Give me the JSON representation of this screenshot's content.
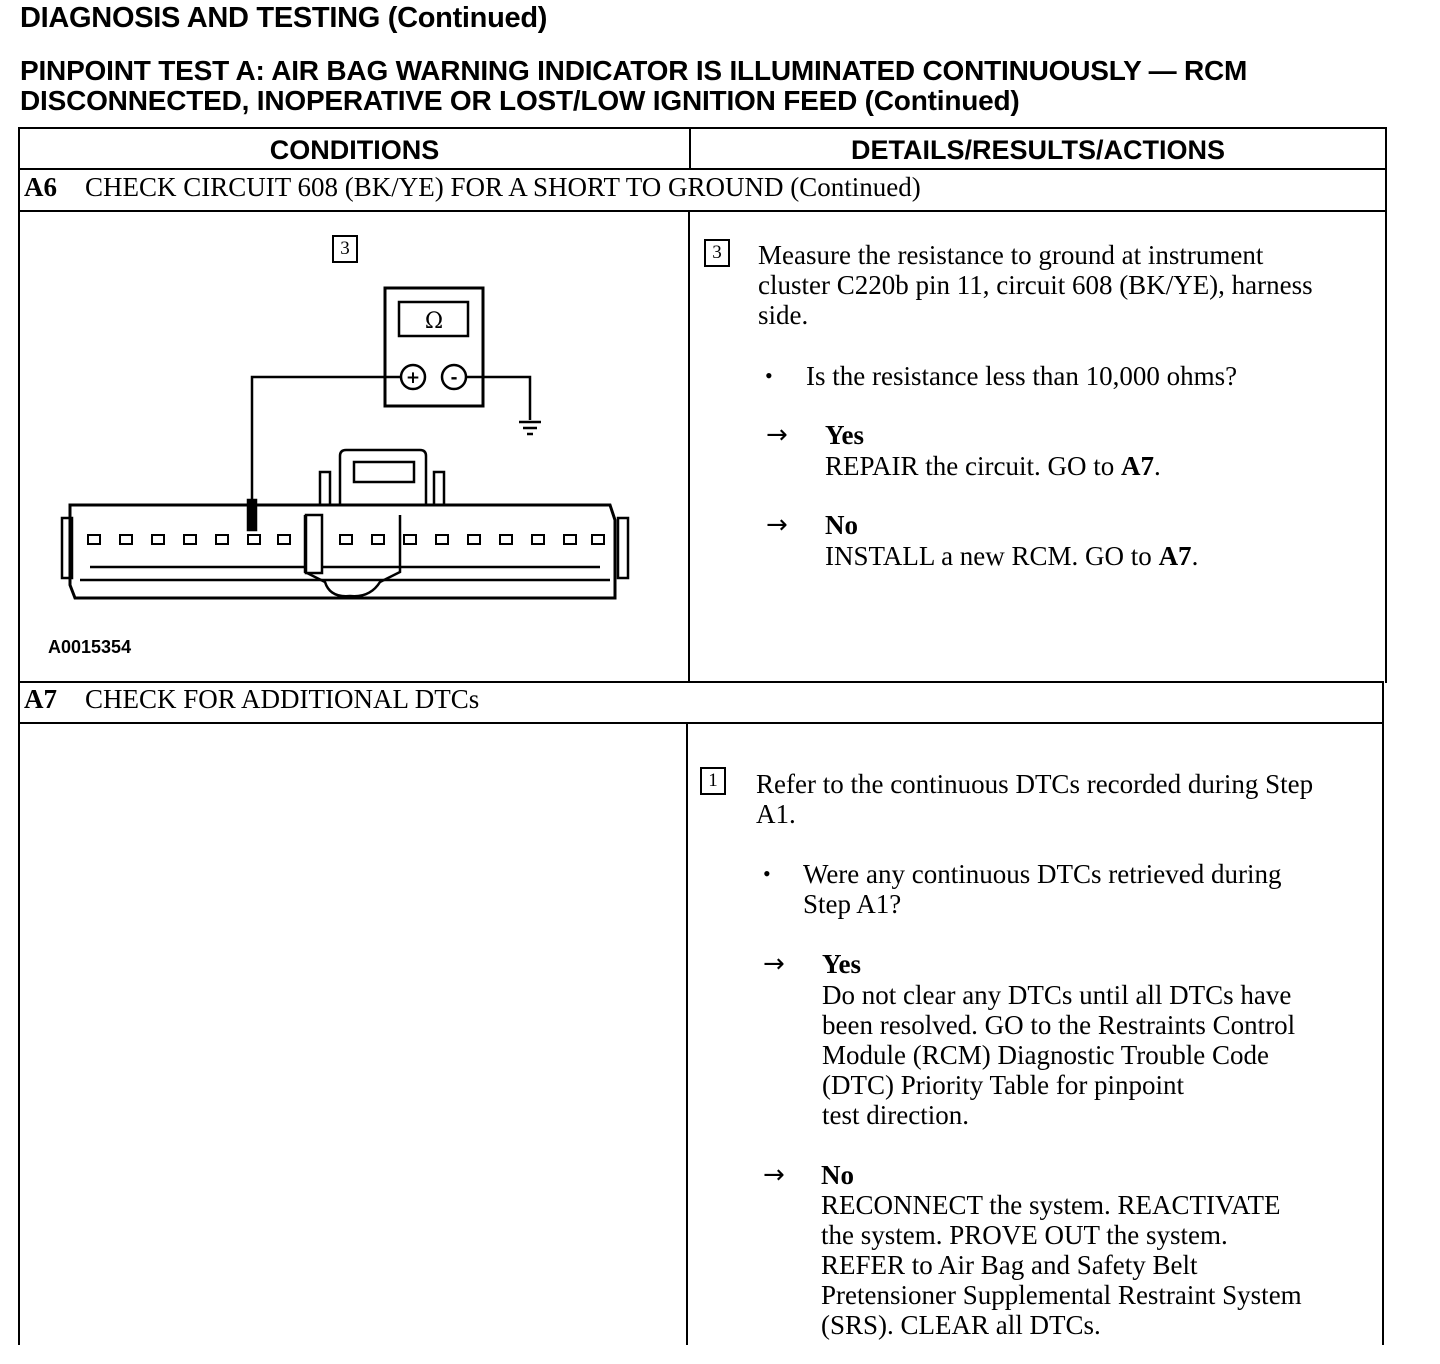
{
  "page_title": "DIAGNOSIS AND TESTING (Continued)",
  "test_title_line1": "PINPOINT TEST A: AIR BAG WARNING INDICATOR IS ILLUMINATED CONTINUOUSLY — RCM",
  "test_title_line2": "DISCONNECTED, INOPERATIVE OR LOST/LOW IGNITION FEED (Continued)",
  "columns": {
    "conditions": "CONDITIONS",
    "details": "DETAILS/RESULTS/ACTIONS"
  },
  "step_a6": {
    "id": "A6",
    "title": "CHECK CIRCUIT 608 (BK/YE) FOR A SHORT TO GROUND (Continued)",
    "figure": {
      "step_box": "3",
      "meter_symbol": "Ω",
      "plus": "+",
      "minus": "-",
      "figure_id": "A0015354"
    },
    "substep_num": "3",
    "instruction_lines": [
      "Measure the resistance to ground at instrument",
      "cluster C220b pin 11, circuit 608 (BK/YE), harness",
      "side."
    ],
    "question": "Is the resistance less than 10,000 ohms?",
    "yes_label": "Yes",
    "yes_action_pre": "REPAIR the circuit. GO to ",
    "yes_action_ref": "A7",
    "yes_action_post": ".",
    "no_label": "No",
    "no_action_pre": "INSTALL a new RCM. GO to ",
    "no_action_ref": "A7",
    "no_action_post": "."
  },
  "step_a7": {
    "id": "A7",
    "title": "CHECK FOR ADDITIONAL DTCs",
    "substep_num": "1",
    "instruction_lines": [
      "Refer to the continuous DTCs recorded during Step",
      "A1."
    ],
    "question_lines": [
      "Were any continuous DTCs retrieved during",
      "Step A1?"
    ],
    "yes_label": "Yes",
    "yes_action_lines": [
      "Do not clear any DTCs until all DTCs have",
      "been resolved. GO to the Restraints Control",
      "Module (RCM) Diagnostic Trouble Code",
      "(DTC) Priority Table for pinpoint",
      "test direction."
    ],
    "no_label": "No",
    "no_action_lines": [
      "RECONNECT the system. REACTIVATE",
      "the system. PROVE OUT the system.",
      "REFER to Air Bag and Safety Belt",
      "Pretensioner Supplemental Restraint System",
      "(SRS). CLEAR all DTCs."
    ]
  }
}
